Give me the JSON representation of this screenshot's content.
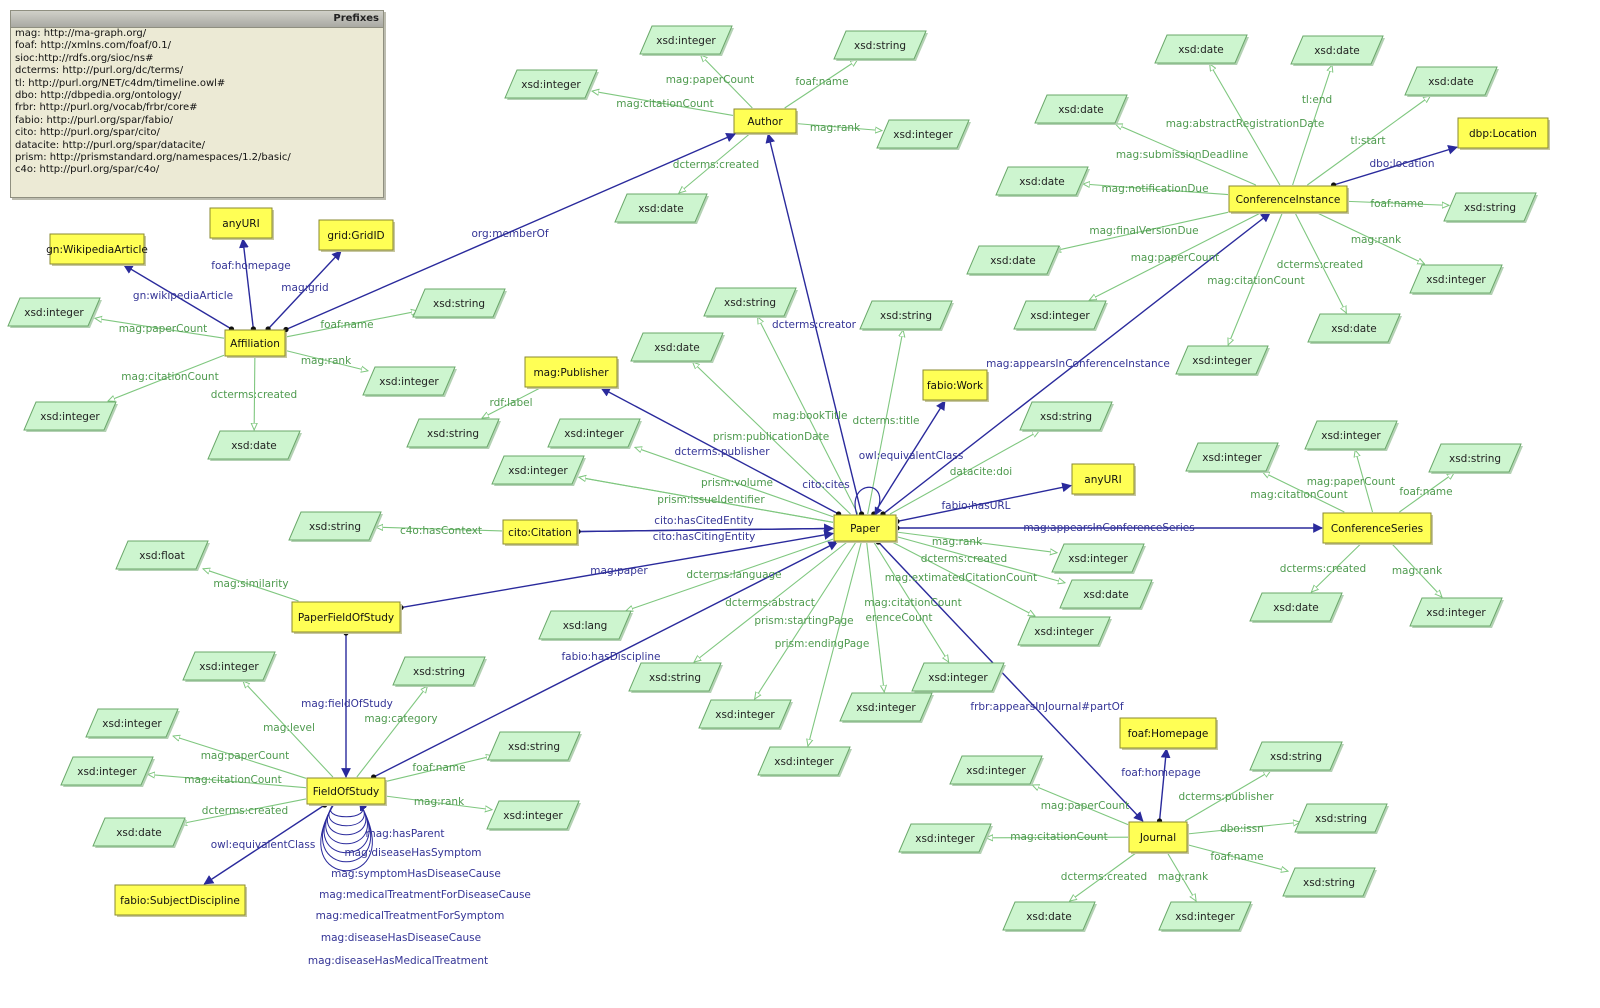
{
  "prefixes": {
    "title": "Prefixes",
    "lines": [
      "mag: http://ma-graph.org/",
      "foaf: http://xmlns.com/foaf/0.1/",
      "sioc:http://rdfs.org/sioc/ns#",
      "dcterms: http://purl.org/dc/terms/",
      "tl: http://purl.org/NET/c4dm/timeline.owl#",
      "dbo: http://dbpedia.org/ontology/",
      "frbr: http://purl.org/vocab/frbr/core#",
      "fabio: http://purl.org/spar/fabio/",
      "cito: http://purl.org/spar/cito/",
      "datacite: http://purl.org/spar/datacite/",
      "prism: http://prismstandard.org/namespaces/1.2/basic/",
      "c4o: http://purl.org/spar/c4o/"
    ]
  },
  "colors": {
    "class_fill": "#ffff55",
    "datatype_fill": "#cdf5cf",
    "object_edge": "#2a2a9c",
    "data_edge": "#7fc77f",
    "edge_label_object": "#343496",
    "edge_label_data": "#4e9a4e"
  },
  "classes": {
    "author": "Author",
    "affiliation": "Affiliation",
    "paper": "Paper",
    "conference_instance": "ConferenceInstance",
    "dbp_location": "dbp:Location",
    "conference_series": "ConferenceSeries",
    "journal": "Journal",
    "foaf_homepage": "foaf:Homepage",
    "mag_publisher": "mag:Publisher",
    "fabio_work": "fabio:Work",
    "any_uri_paper": "anyURI",
    "any_uri_affiliation": "anyURI",
    "gn_wikipedia": "gn:WikipediaArticle",
    "grid_id": "grid:GridID",
    "cito_citation": "cito:Citation",
    "paper_field_of_study": "PaperFieldOfStudy",
    "field_of_study": "FieldOfStudy",
    "fabio_subject_discipline": "fabio:SubjectDiscipline"
  },
  "datatypes": {
    "integer": "xsd:integer",
    "string": "xsd:string",
    "date": "xsd:date",
    "float": "xsd:float",
    "lang": "xsd:lang"
  },
  "edge_labels": {
    "author_paper_count": "mag:paperCount",
    "author_citation_count": "mag:citationCount",
    "author_name": "foaf:name",
    "author_rank": "mag:rank",
    "author_created": "dcterms:created",
    "org_member_of": "org:memberOf",
    "aff_wikipedia": "gn:wikipediaArticle",
    "aff_homepage": "foaf:homepage",
    "aff_grid": "mag:grid",
    "aff_paper_count": "mag:paperCount",
    "aff_name": "foaf:name",
    "aff_rank": "mag:rank",
    "aff_citation_count": "mag:citationCount",
    "aff_created": "dcterms:created",
    "ci_abstract_registration": "mag:abstractRegistrationDate",
    "ci_end": "tl:end",
    "ci_start": "tl:start",
    "ci_submission": "mag:submissionDeadline",
    "ci_notification": "mag:notificationDue",
    "ci_location": "dbo:location",
    "ci_name": "foaf:name",
    "ci_final_version": "mag:finalVersionDue",
    "ci_paper_count": "mag:paperCount",
    "ci_citation_count": "mag:citationCount",
    "ci_created": "dcterms:created",
    "ci_rank": "mag:rank",
    "appears_in_conf_instance": "mag:appearsInConferenceInstance",
    "dcterms_creator": "dcterms:creator",
    "rdf_label": "rdf:label",
    "mag_book_title": "mag:bookTitle",
    "dcterms_title": "dcterms:title",
    "prism_publication_date": "prism:publicationDate",
    "dcterms_publisher": "dcterms:publisher",
    "owl_equivalent_class": "owl:equivalentClass",
    "datacite_doi": "datacite:doi",
    "prism_volume": "prism:volume",
    "prism_issue_identifier": "prism:issueIdentifier",
    "cito_cites": "cito:cites",
    "fabio_has_url": "fabio:hasURL",
    "c4o_has_context": "c4o:hasContext",
    "cito_has_cited_entity": "cito:hasCitedEntity",
    "cito_has_citing_entity": "cito:hasCitingEntity",
    "appears_in_conf_series": "mag:appearsInConferenceSeries",
    "mag_paper": "mag:paper",
    "dcterms_language": "dcterms:language",
    "paper_rank": "mag:rank",
    "paper_created": "dcterms:created",
    "paper_estimated_citation": "mag:extimatedCitationCount",
    "dcterms_abstract": "dcterms:abstract",
    "prism_starting_page": "prism:startingPage",
    "paper_citation_count": "mag:citationCount",
    "paper_reference_count": "erenceCount",
    "prism_ending_page": "prism:endingPage",
    "fabio_has_discipline": "fabio:hasDiscipline",
    "appears_in_journal": "frbr:appearsInJournal#partOf",
    "cs_paper_count": "mag:paperCount",
    "cs_citation_count": "mag:citationCount",
    "cs_name": "foaf:name",
    "cs_created": "dcterms:created",
    "cs_rank": "mag:rank",
    "pfos_similarity": "mag:similarity",
    "mag_field_of_study": "mag:fieldOfStudy",
    "fos_level": "mag:level",
    "fos_category": "mag:category",
    "fos_paper_count": "mag:paperCount",
    "fos_citation_count": "mag:citationCount",
    "fos_name": "foaf:name",
    "fos_created": "dcterms:created",
    "fos_rank": "mag:rank",
    "fos_equivalent_class": "owl:equivalentClass",
    "fos_has_parent": "mag:hasParent",
    "fos_disease_symptom": "mag:diseaseHasSymptom",
    "fos_symptom_disease_cause": "mag:symptomHasDiseaseCause",
    "fos_treatment_disease_cause": "mag:medicalTreatmentForDiseaseCause",
    "fos_treatment_symptom": "mag:medicalTreatmentForSymptom",
    "fos_disease_disease_cause": "mag:diseaseHasDiseaseCause",
    "fos_disease_treatment": "mag:diseaseHasMedicalTreatment",
    "journal_homepage": "foaf:homepage",
    "journal_paper_count": "mag:paperCount",
    "journal_publisher": "dcterms:publisher",
    "journal_citation_count": "mag:citationCount",
    "journal_issn": "dbo:issn",
    "journal_name": "foaf:name",
    "journal_created": "dcterms:created",
    "journal_rank": "mag:rank"
  }
}
